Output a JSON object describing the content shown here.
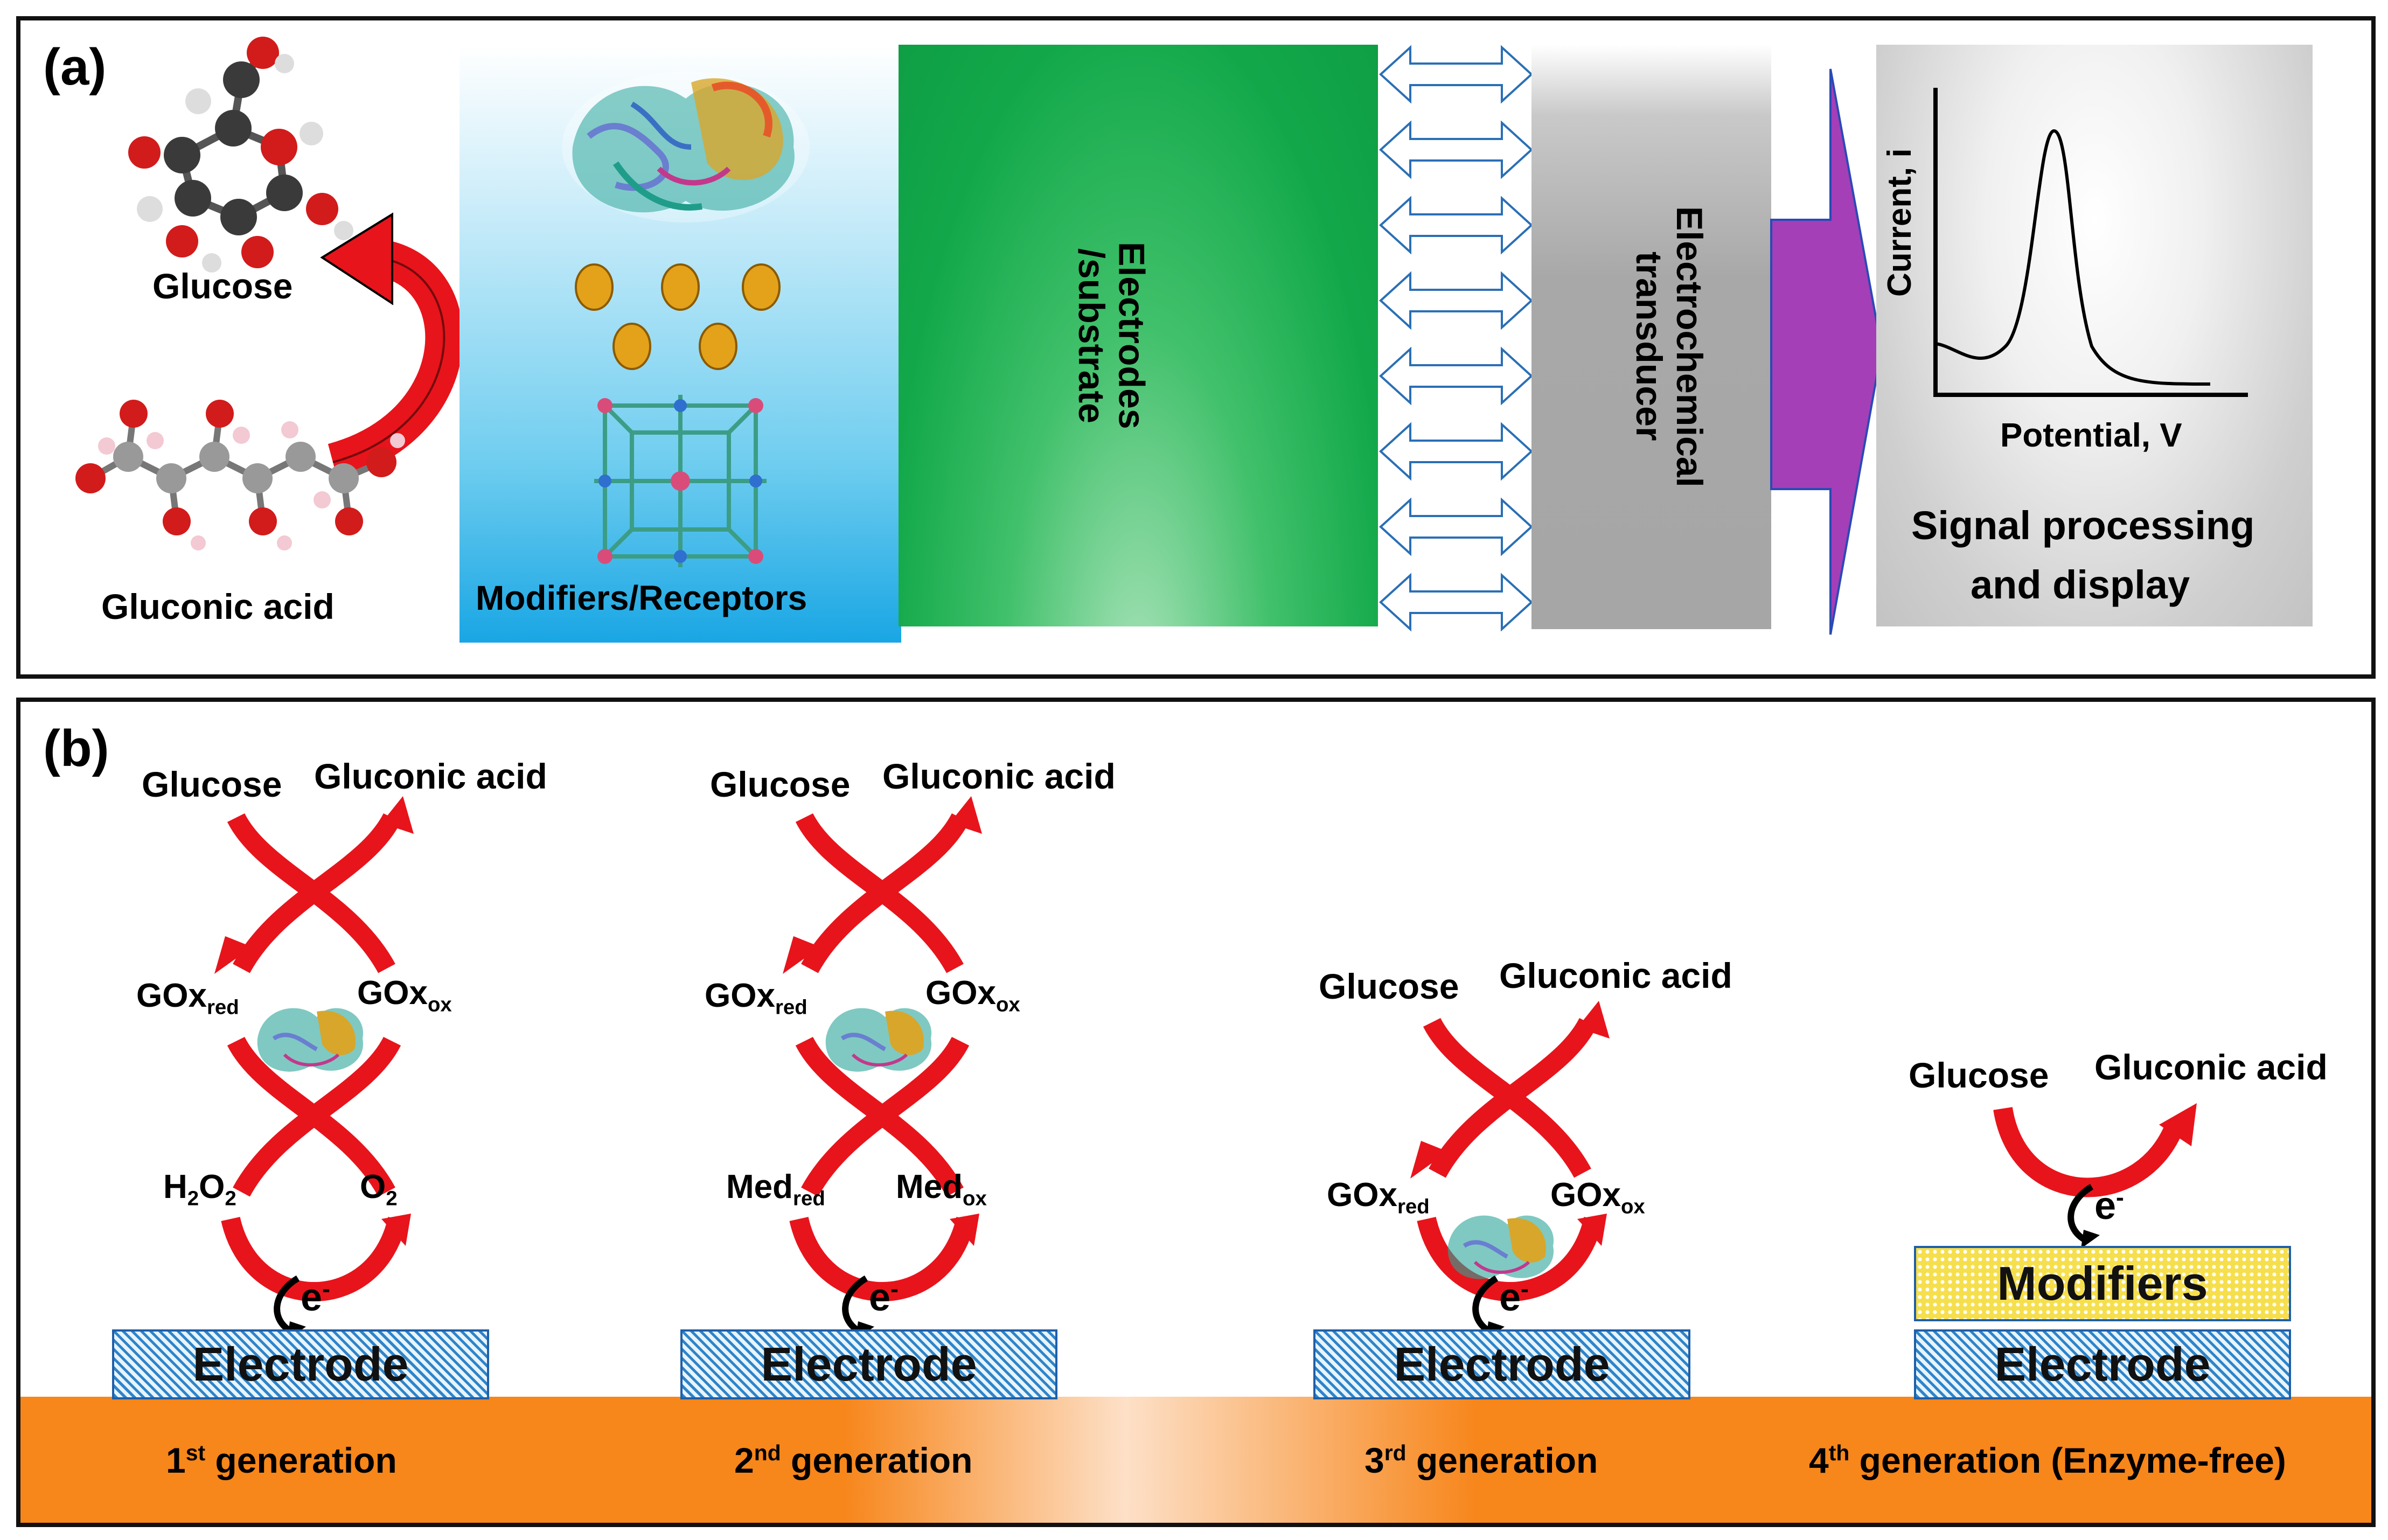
{
  "panel_a": {
    "label": "(a)",
    "glucose": "Glucose",
    "gluconic_acid": "Gluconic acid",
    "modifiers_receptors": "Modifiers/Receptors",
    "electrodes_substrate": "Electrodes /substrate",
    "transducer": "Electrochemical transducer",
    "plot_ylabel": "Current, i",
    "plot_xlabel": "Potential, V",
    "signal_line1": "Signal processing",
    "signal_line2": "and display"
  },
  "panel_b": {
    "label": "(b)",
    "glucose": "Glucose",
    "gluconic_acid": "Gluconic acid",
    "gox": "GOx",
    "red": "red",
    "ox": "ox",
    "h": "H",
    "two": "2",
    "o": "O",
    "med": "Med",
    "e": "e",
    "minus": "-",
    "electrode": "Electrode",
    "modifiers": "Modifiers",
    "generations": [
      {
        "num": "1",
        "sup": "st",
        "text": " generation"
      },
      {
        "num": "2",
        "sup": "nd",
        "text": " generation"
      },
      {
        "num": "3",
        "sup": "rd",
        "text": " generation"
      },
      {
        "num": "4",
        "sup": "th",
        "text": " generation (Enzyme-free)"
      }
    ]
  },
  "colors": {
    "arrow_red": "#e8141b",
    "electrode_blue": "#2e84c9",
    "modifier_yellow": "#f6df4d",
    "orange_band": "#f7861b",
    "green_block": "#1fae4a",
    "purple_arrow": "#a43fb8",
    "gray_block": "#a9a9a9"
  },
  "icons": [
    "red-curved-arrow-icon",
    "double-arrow-icon",
    "enzyme-icon",
    "nanoparticle-icon",
    "molecule-icon",
    "electron-transfer-icon"
  ]
}
